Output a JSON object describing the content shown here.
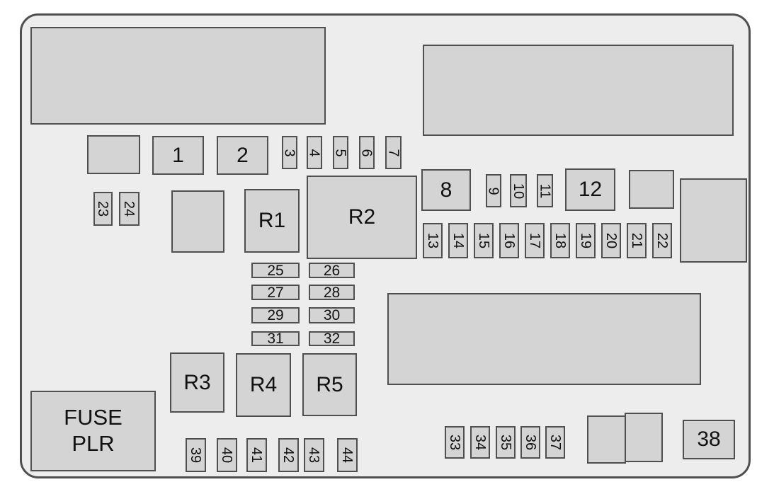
{
  "colors": {
    "page_bg": "#ffffff",
    "panel_bg": "#ededed",
    "component_fill": "#d4d4d4",
    "component_border": "#4f4f4f",
    "text": "#111111"
  },
  "panel": {
    "fuse_plr": {
      "line1": "FUSE",
      "line2": "PLR"
    },
    "relays": {
      "r1": "R1",
      "r2": "R2",
      "r3": "R3",
      "r4": "R4",
      "r5": "R5"
    },
    "fuses": {
      "f1": "1",
      "f2": "2",
      "f3": "3",
      "f4": "4",
      "f5": "5",
      "f6": "6",
      "f7": "7",
      "f8": "8",
      "f9": "9",
      "f10": "10",
      "f11": "11",
      "f12": "12",
      "f13": "13",
      "f14": "14",
      "f15": "15",
      "f16": "16",
      "f17": "17",
      "f18": "18",
      "f19": "19",
      "f20": "20",
      "f21": "21",
      "f22": "22",
      "f23": "23",
      "f24": "24",
      "f25": "25",
      "f26": "26",
      "f27": "27",
      "f28": "28",
      "f29": "29",
      "f30": "30",
      "f31": "31",
      "f32": "32",
      "f33": "33",
      "f34": "34",
      "f35": "35",
      "f36": "36",
      "f37": "37",
      "f38": "38",
      "f39": "39",
      "f40": "40",
      "f41": "41",
      "f42": "42",
      "f43": "43",
      "f44": "44"
    }
  }
}
